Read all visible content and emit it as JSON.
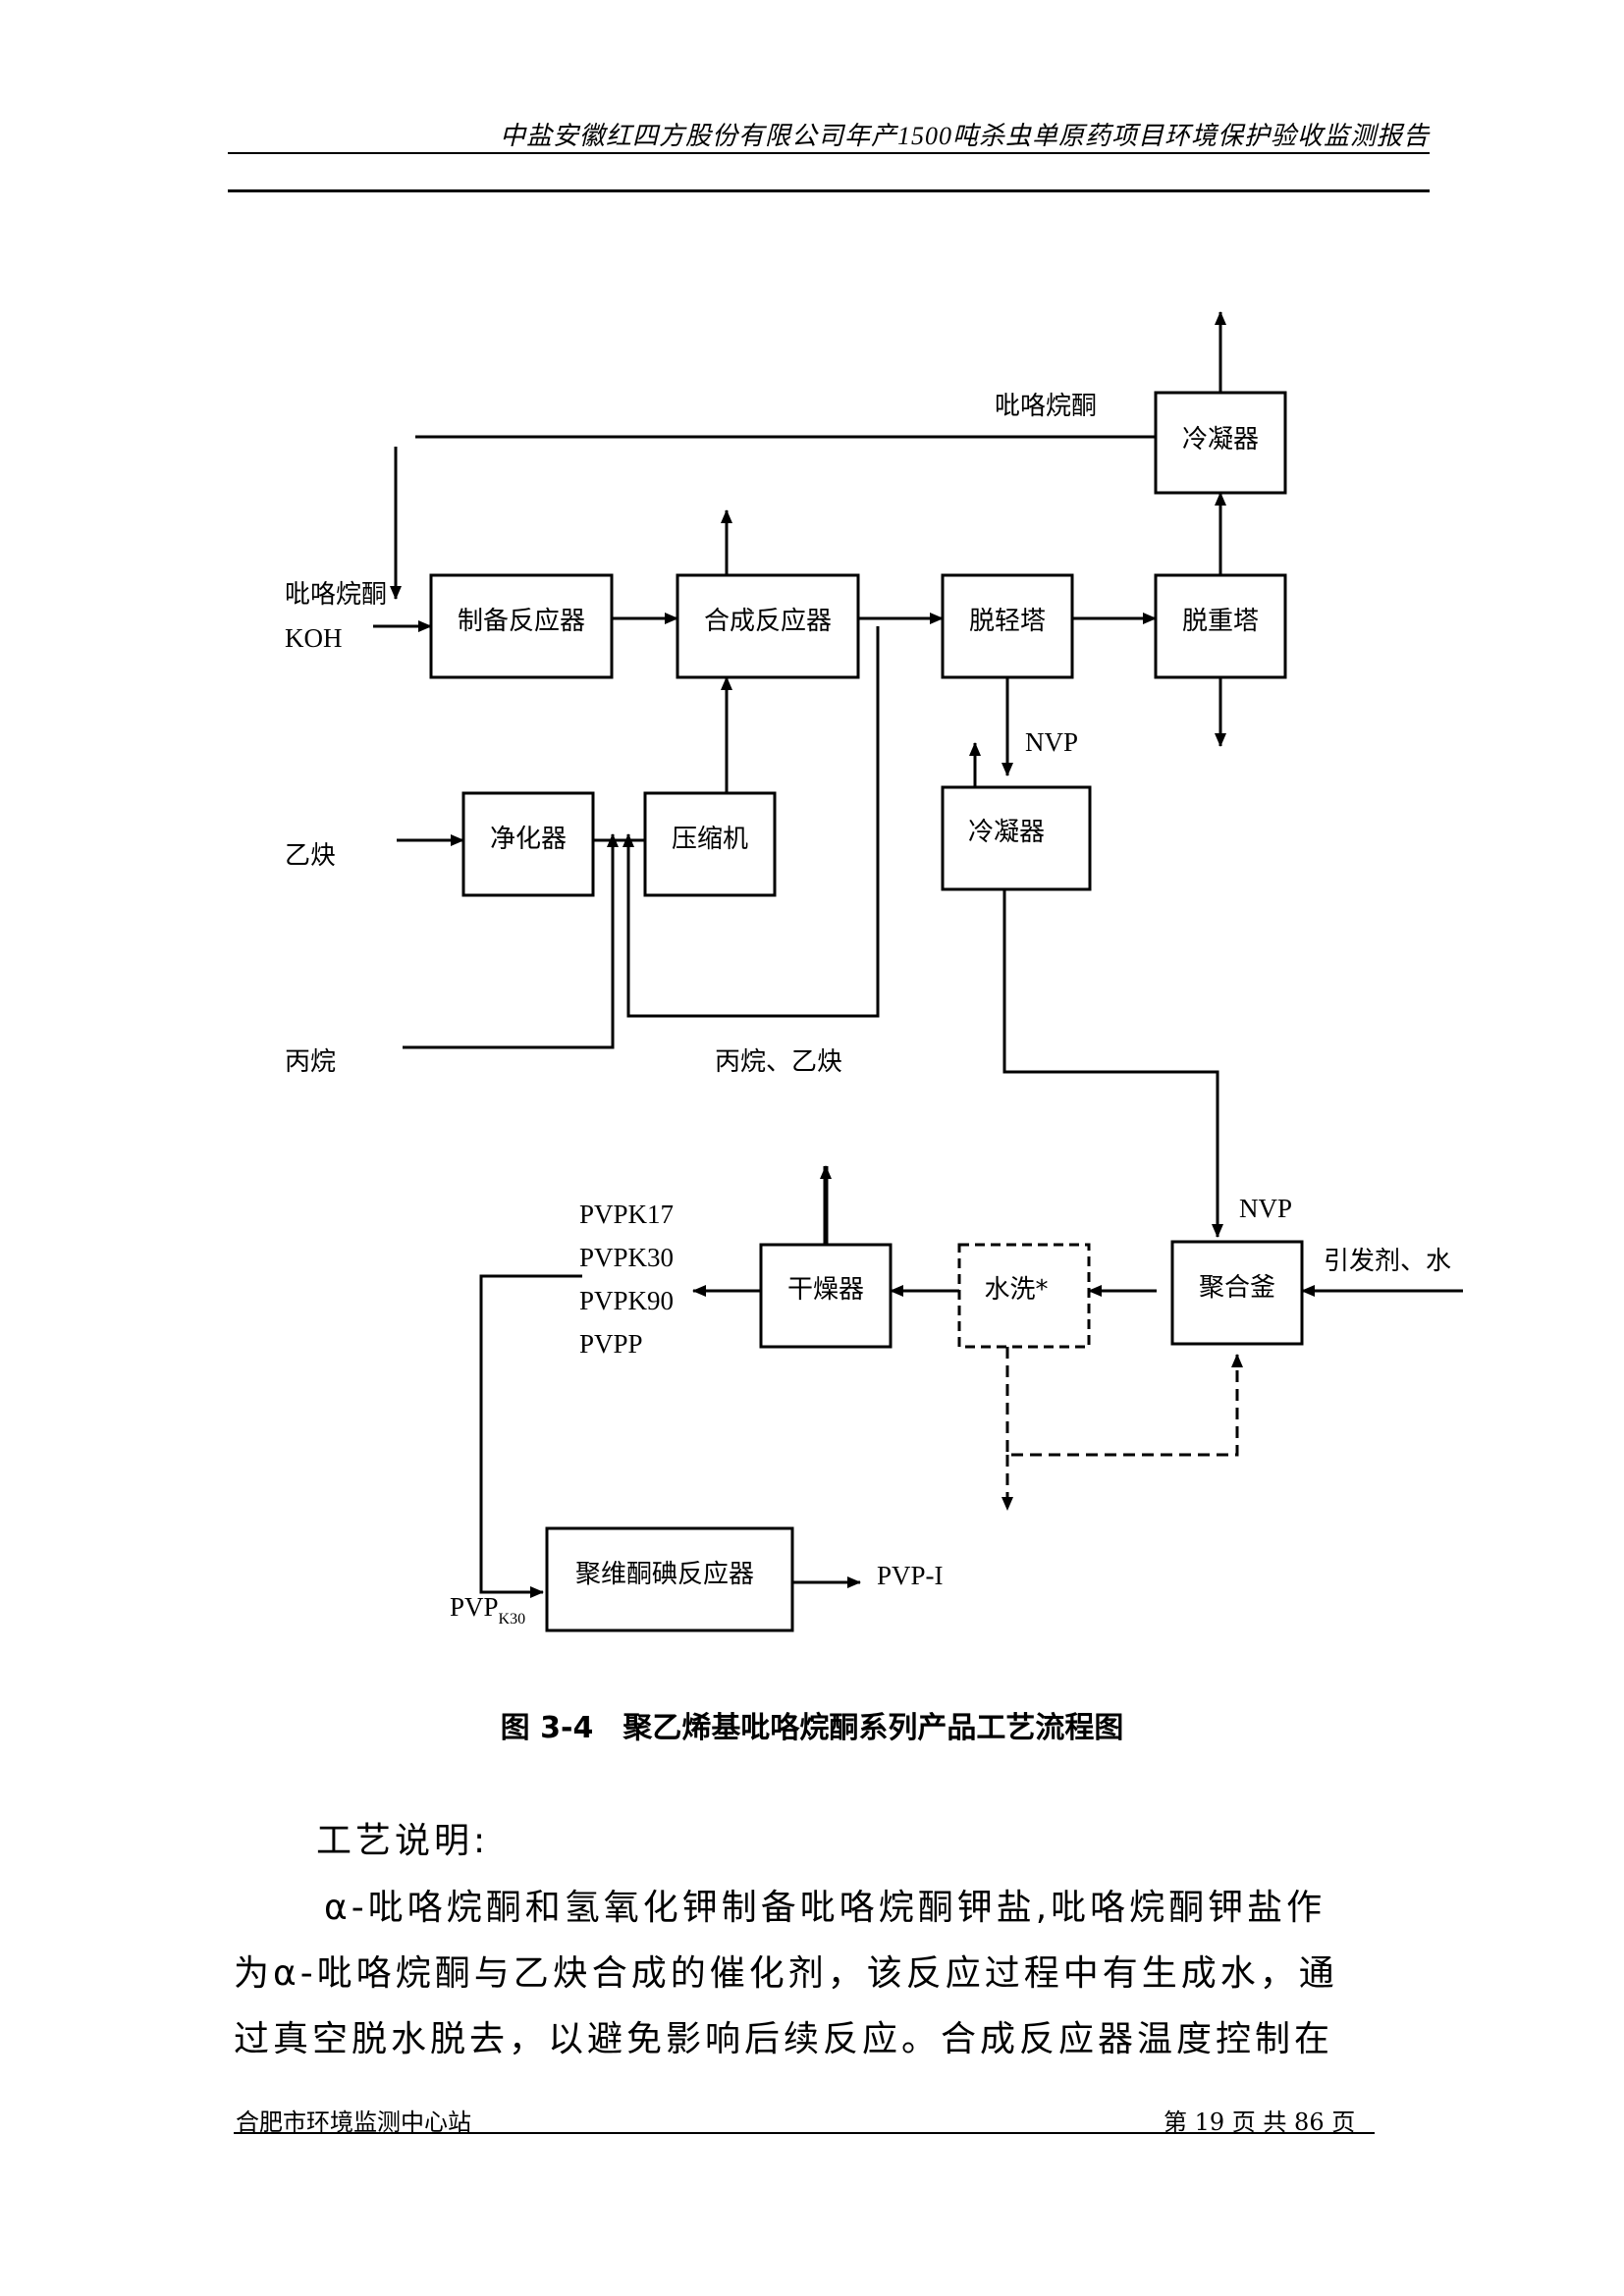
{
  "header": {
    "title": "中盐安徽红四方股份有限公司年产1500吨杀虫单原药项目环境保护验收监测报告"
  },
  "diagram": {
    "nodes": {
      "condenser_top": "冷凝器",
      "prep_reactor": "制备反应器",
      "synth_reactor": "合成反应器",
      "light_tower": "脱轻塔",
      "heavy_tower": "脱重塔",
      "purifier": "净化器",
      "compressor": "压缩机",
      "condenser_mid": "冷凝器",
      "dryer": "干燥器",
      "water_wash": "水洗*",
      "poly_kettle": "聚合釜",
      "iodine_reactor": "聚维酮碘反应器"
    },
    "labels": {
      "recycle_pyrrolidone": "吡咯烷酮",
      "feed_pyrrolidone": "吡咯烷酮",
      "feed_koh": "KOH",
      "acetylene": "乙炔",
      "propane": "丙烷",
      "propane_acetylene": "丙烷、乙炔",
      "nvp_1": "NVP",
      "nvp_2": "NVP",
      "initiator_water": "引发剂、水",
      "pvpk17": "PVPK17",
      "pvpk30": "PVPK30",
      "pvpk90": "PVPK90",
      "pvpp": "PVPP",
      "pvp_k30_main": "PVP",
      "pvp_k30_sub": "K30",
      "pvp_i": "PVP-I"
    }
  },
  "caption": "图 3-4　聚乙烯基吡咯烷酮系列产品工艺流程图",
  "body": {
    "heading": "工艺说明:",
    "lines": [
      "α-吡咯烷酮和氢氧化钾制备吡咯烷酮钾盐,吡咯烷酮钾盐作",
      "为α-吡咯烷酮与乙炔合成的催化剂，该反应过程中有生成水，通",
      "过真空脱水脱去，以避免影响后续反应。合成反应器温度控制在"
    ]
  },
  "footer": {
    "left": "合肥市环境监测中心站",
    "right": "第 19 页 共 86 页"
  }
}
